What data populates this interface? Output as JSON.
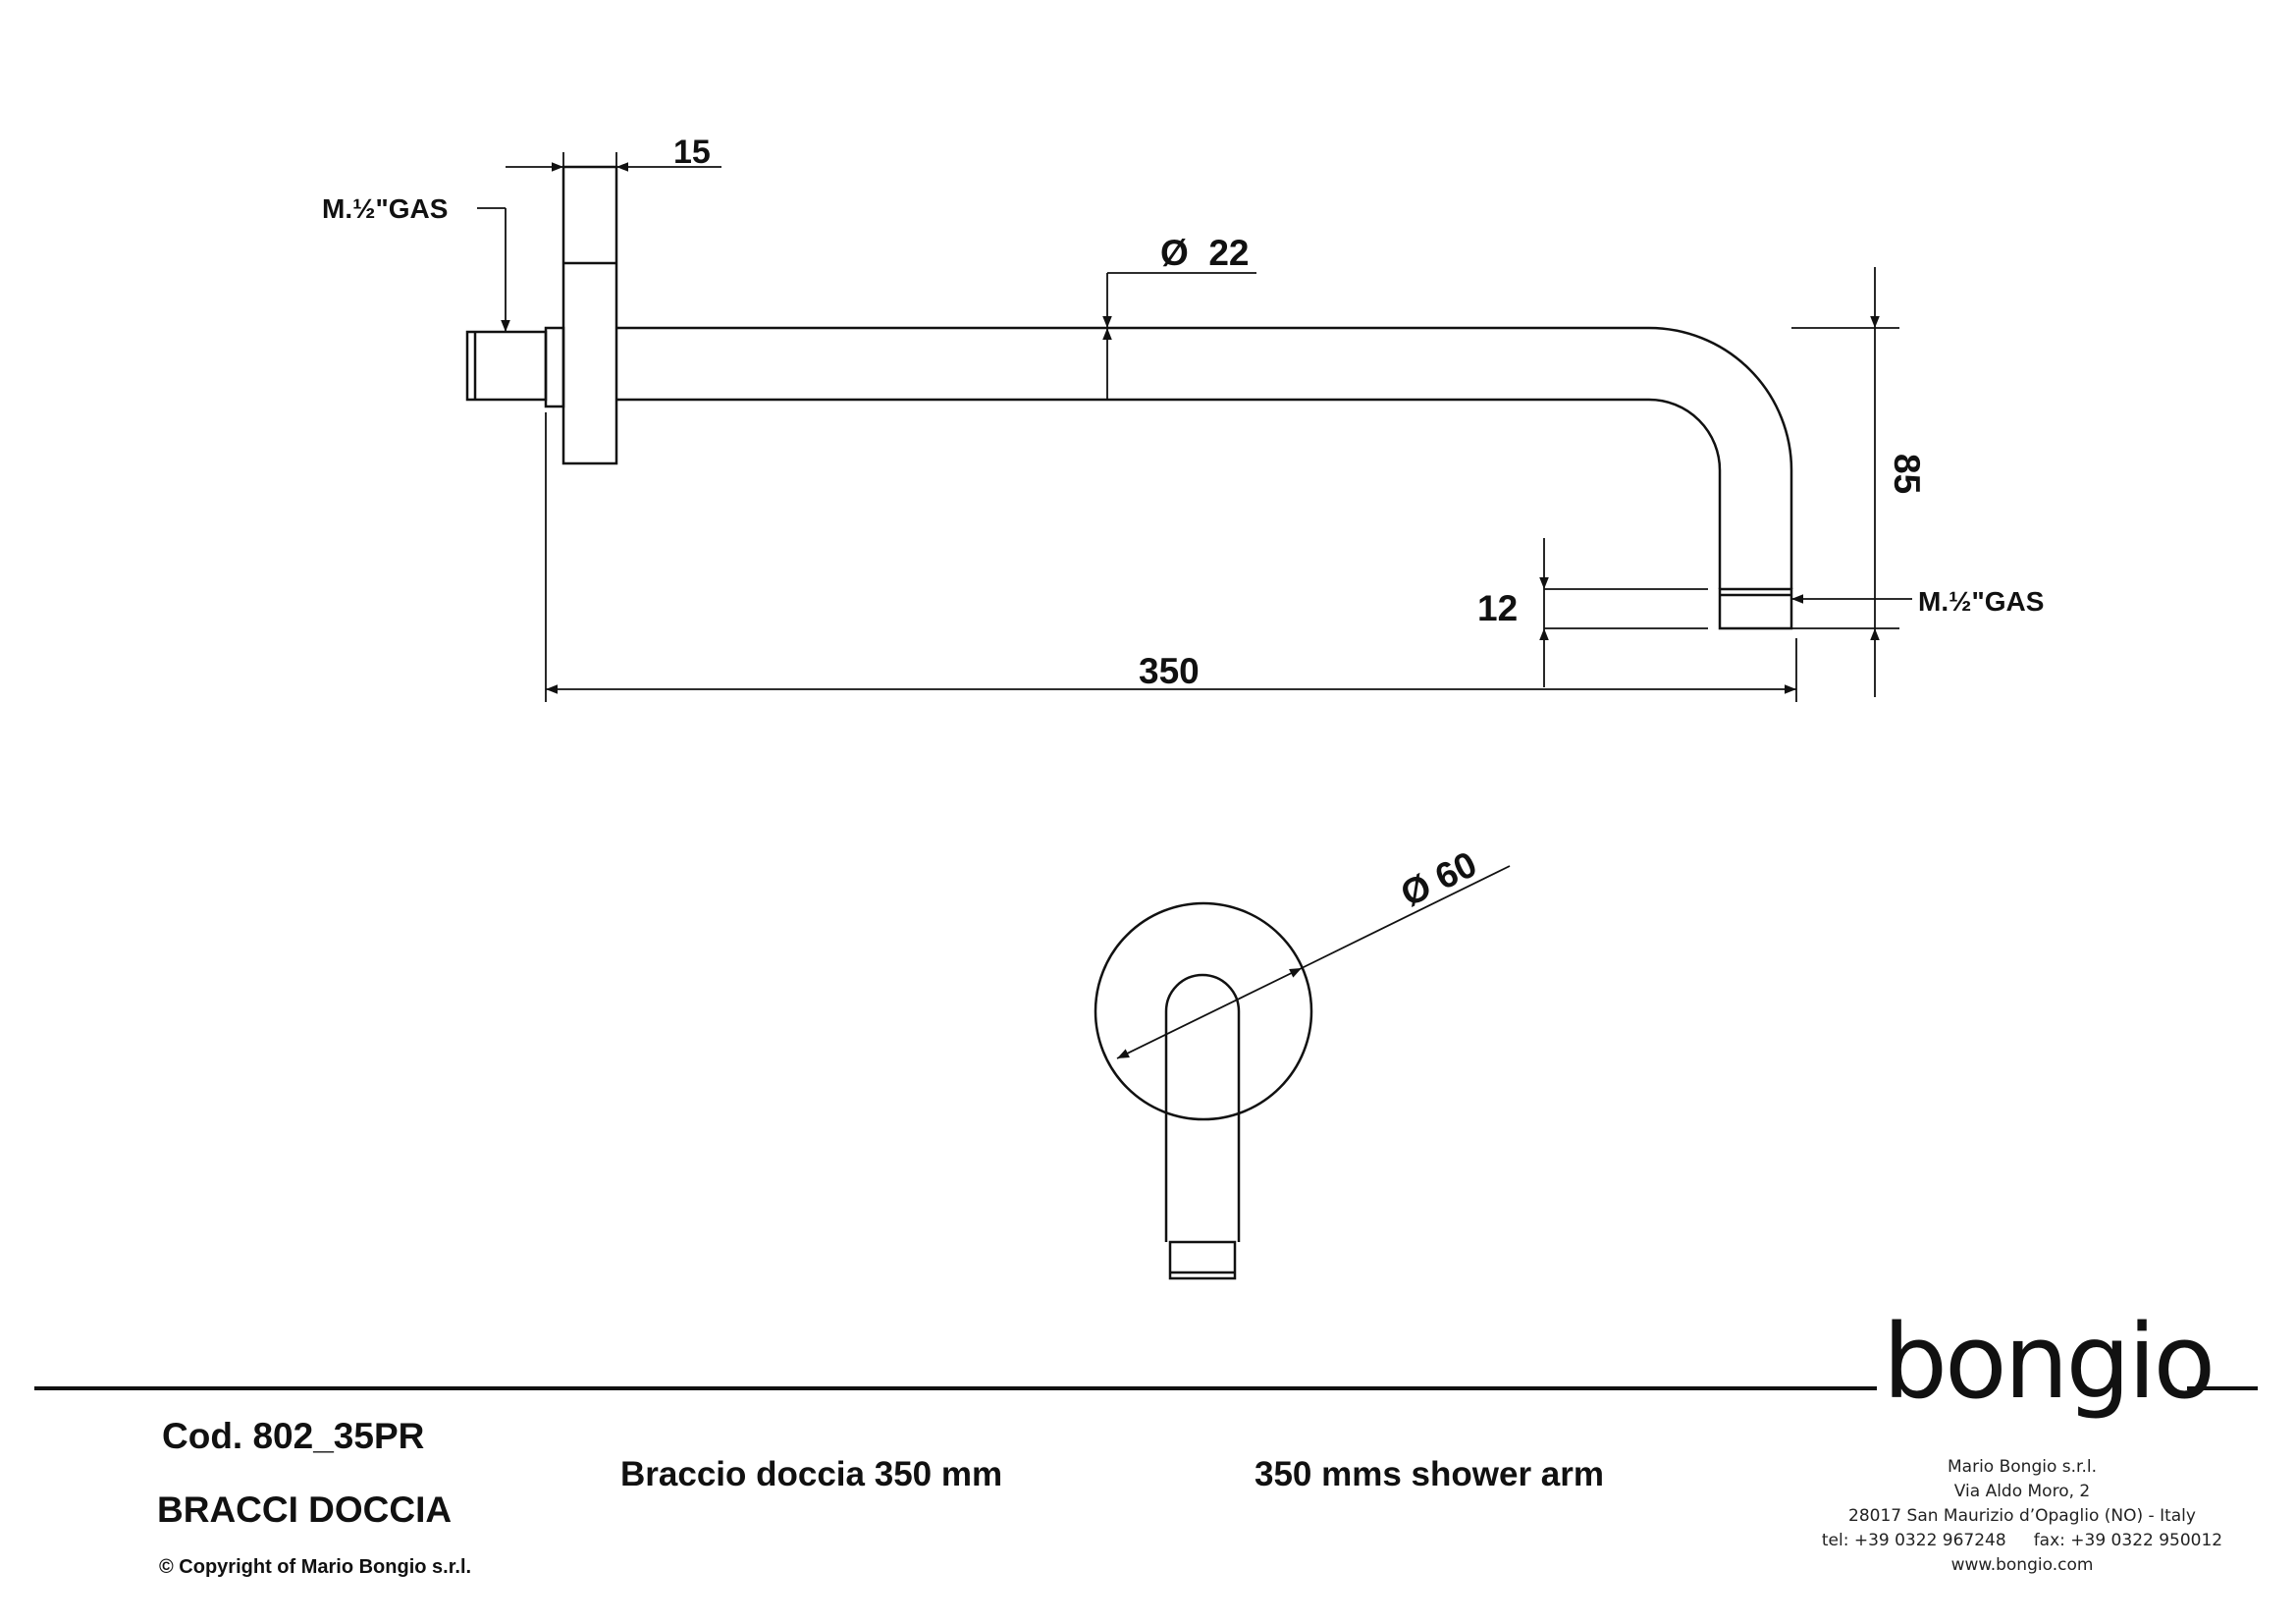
{
  "brand": {
    "logo": "bongio"
  },
  "dimensions": {
    "flange_thickness": "15",
    "pipe_diameter": "Ø  22",
    "thread_top": "M.½\"GAS",
    "thread_bottom": "M.½\"GAS",
    "drop_height": "85",
    "thread_length": "12",
    "total_length": "350",
    "flange_diameter": "Ø 60"
  },
  "footer": {
    "code": "Cod. 802_35PR",
    "category": "BRACCI DOCCIA",
    "copyright": "© Copyright of Mario Bongio s.r.l.",
    "description_it": "Braccio doccia 350 mm",
    "description_en": "350 mms shower arm",
    "company": {
      "name": "Mario Bongio s.r.l.",
      "street": "Via Aldo Moro, 2",
      "city": "28017 San Maurizio d’Opaglio (NO) - Italy",
      "phone": "tel:  +39 0322 967248",
      "fax": "fax:  +39 0322 950012",
      "website": "www.bongio.com"
    }
  },
  "colors": {
    "line": "#111111",
    "background": "#ffffff"
  }
}
